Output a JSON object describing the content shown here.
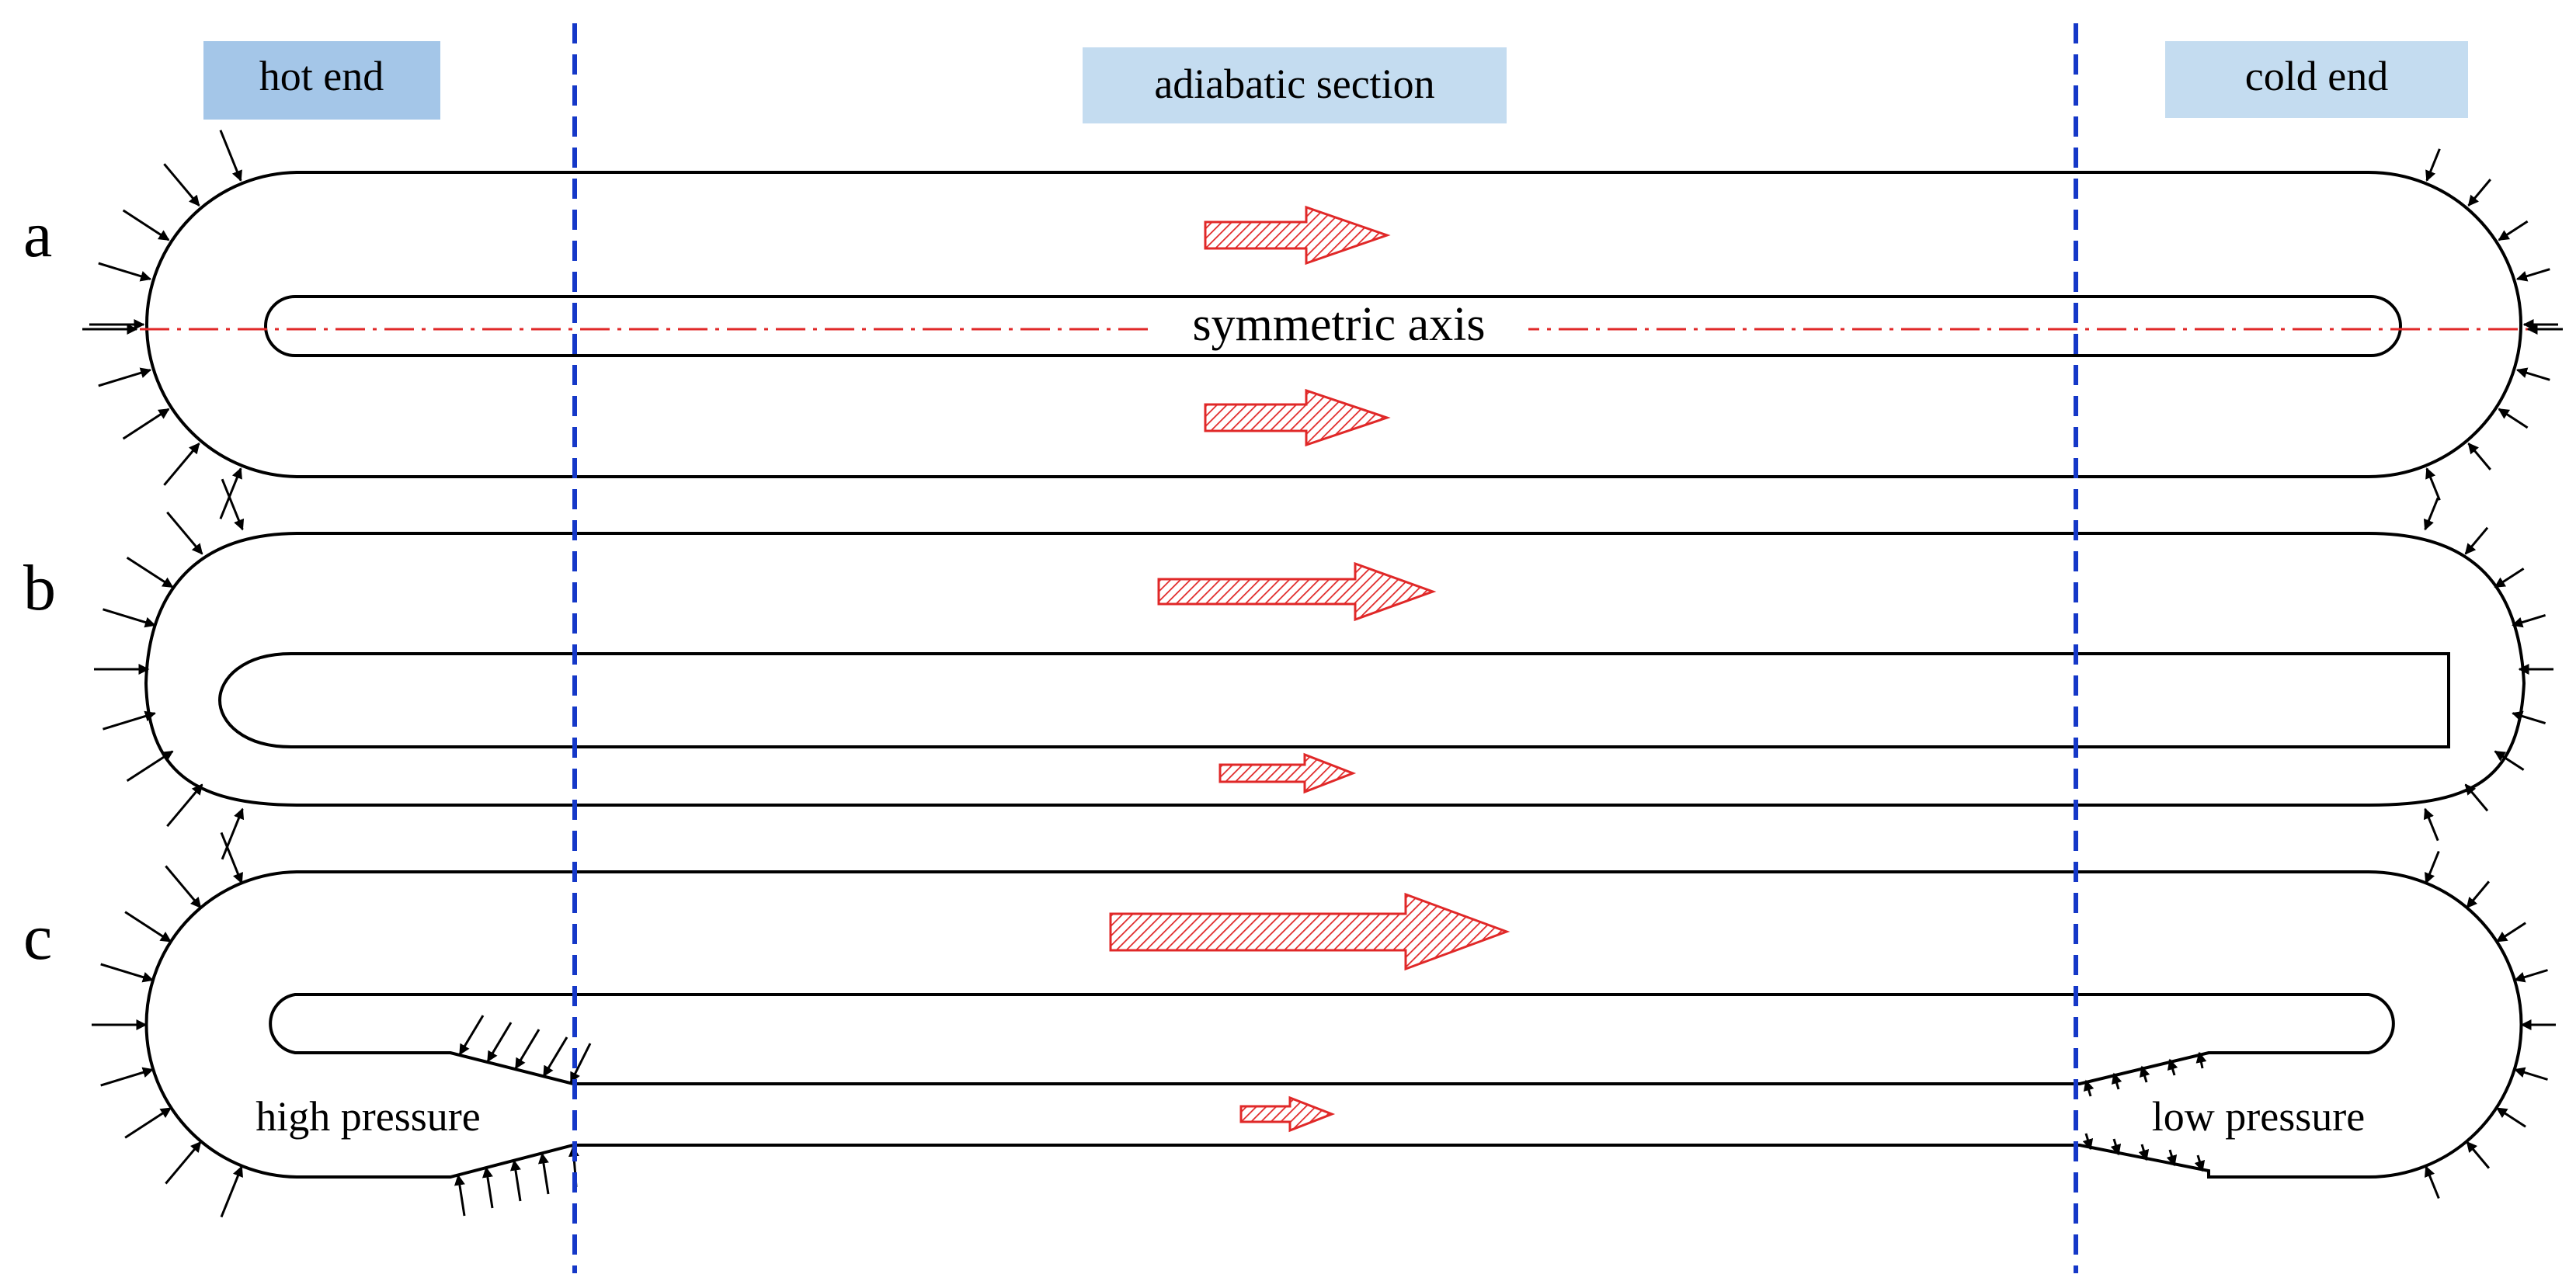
{
  "headers": {
    "hot": "hot end",
    "adiabatic": "adiabatic section",
    "cold": "cold end"
  },
  "panels": {
    "a": "a",
    "b": "b",
    "c": "c"
  },
  "annotations": {
    "axis": "symmetric axis",
    "high_pressure": "high pressure",
    "low_pressure": "low pressure"
  },
  "colors": {
    "header_hot": "#a4c6e8",
    "header_other": "#c4dcf0",
    "divider": "#1538c8",
    "flow_arrow": "#e02828",
    "axis_line": "#e02828",
    "outline": "#000000"
  }
}
